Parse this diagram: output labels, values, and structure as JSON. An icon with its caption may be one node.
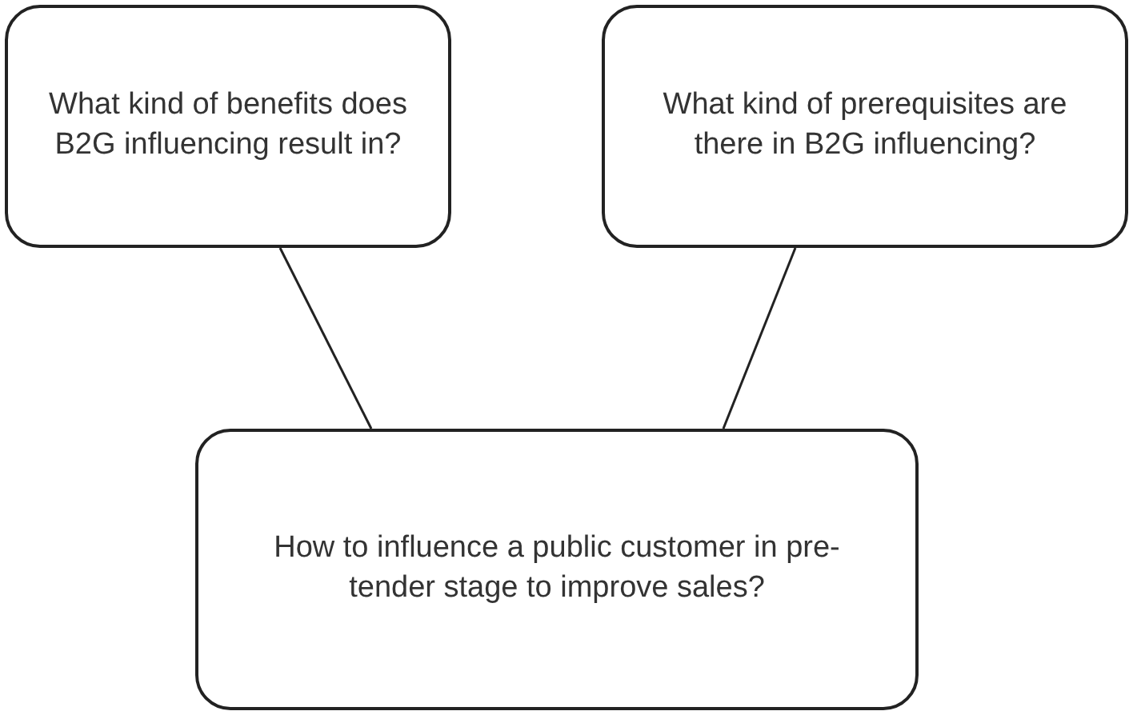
{
  "diagram": {
    "nodes": [
      {
        "text": [
          "What kind of benefits does B2G influencing result in?"
        ]
      },
      {
        "text": [
          "What kind of prerequisites are there in B2G influencing?"
        ]
      },
      {
        "text": [
          "How to influence a public customer in pre-tender stage to improve sales?"
        ]
      }
    ],
    "edges": [
      {
        "from": 0,
        "to": 2,
        "arrow": "none"
      },
      {
        "from": 1,
        "to": 2,
        "arrow": "none"
      }
    ]
  }
}
